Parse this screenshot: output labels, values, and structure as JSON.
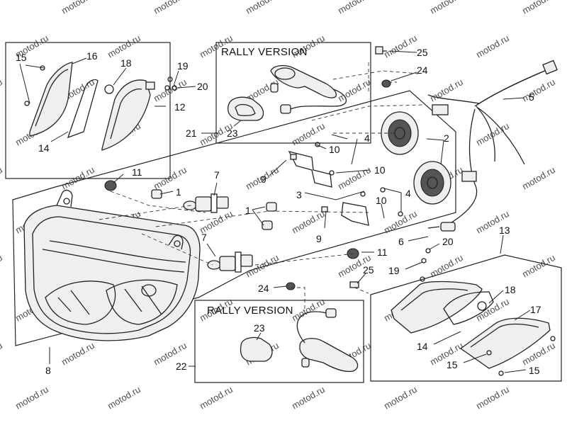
{
  "watermark": "motod.ru",
  "boxes": {
    "rally_top": "RALLY VERSION",
    "rally_bottom": "RALLY VERSION"
  },
  "callouts": {
    "c1a": "1",
    "c1b": "1",
    "c2": "2",
    "c3": "3",
    "c4a": "4",
    "c4b": "4",
    "c5": "5",
    "c6": "6",
    "c7a": "7",
    "c7b": "7",
    "c8": "8",
    "c9a": "9",
    "c9b": "9",
    "c10a": "10",
    "c10b": "10",
    "c10c": "10",
    "c11a": "11",
    "c11b": "11",
    "c12": "12",
    "c13": "13",
    "c14a": "14",
    "c14b": "14",
    "c15a": "15",
    "c15b": "15",
    "c15c": "15",
    "c16": "16",
    "c17": "17",
    "c18a": "18",
    "c18b": "18",
    "c19a": "19",
    "c19b": "19",
    "c20a": "20",
    "c20b": "20",
    "c21": "21",
    "c22": "22",
    "c23a": "23",
    "c23b": "23",
    "c24a": "24",
    "c24b": "24",
    "c25a": "25",
    "c25b": "25"
  }
}
